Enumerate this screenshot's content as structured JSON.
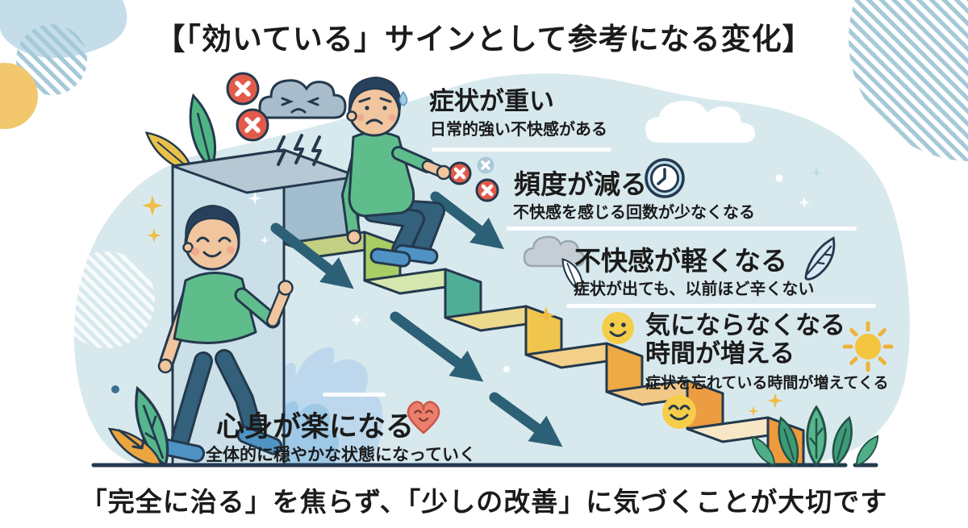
{
  "title": "【「効いている」サインとして参考になる変化】",
  "footer": "「完全に治る」を焦らず、「少しの改善」に気づくことが大切です",
  "stages": [
    {
      "title": "症状が重い",
      "subtitle": "日常的強い不快感がある",
      "icon": "storm-cloud"
    },
    {
      "title": "頻度が減る",
      "subtitle": "不快感を感じる回数が少なくなる",
      "icon": "clock"
    },
    {
      "title": "不快感が軽くなる",
      "subtitle": "症状が出ても、以前ほど辛くない",
      "icon": "feather"
    },
    {
      "title_line1": "気にならなくなる",
      "title_line2": "時間が増える",
      "subtitle": "症状を忘れている時間が増えてくる",
      "icon": "sun"
    },
    {
      "title": "心身が楽になる",
      "subtitle": "全体的に穏やかな状態になっていく",
      "icon": "heart-face"
    }
  ],
  "colors": {
    "background_blob": "#d8e9ee",
    "outline": "#24394e",
    "arrow": "#2c6076",
    "shirt_green": "#5fbd8c",
    "pants_blue": "#33607b",
    "shoe_blue": "#4e93c4",
    "skin": "#f1c59e",
    "badge_red": "#e25b4a",
    "smiley_yellow": "#f5cd4a",
    "heart_coral": "#ec7f6b",
    "step_lime": "#a8cd65",
    "step_teal": "#50ae96",
    "step_yellow": "#f0c54e",
    "step_amber": "#edaa45",
    "step_orange": "#ec9c41",
    "step_deep_orange": "#ee9a3e"
  }
}
